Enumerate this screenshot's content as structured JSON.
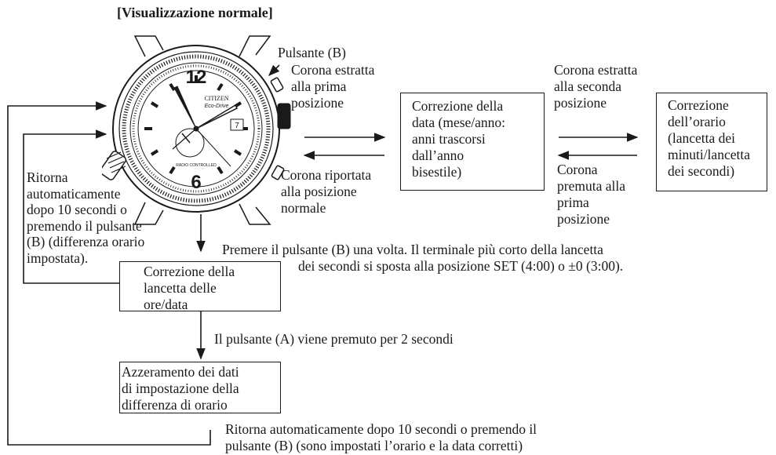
{
  "title": "[Visualizzazione normale]",
  "watch": {
    "brand": "CITIZEN",
    "sub_brand": "Eco-Drive",
    "dial_text": "RADIO CONTROLLED",
    "numeral_12": "12",
    "numeral_6": "6",
    "date_digit": "7"
  },
  "labels": {
    "button_b": "Pulsante (B)",
    "crown_first": "Corona estratta\nalla prima\nposizione",
    "crown_back_normal": "Corona riportata\nalla posizione\nnormale",
    "crown_second": "Corona estratta\nalla seconda\nposizione",
    "crown_pushed_first": "Corona\npremuta alla\nprima\nposizione",
    "return_auto_left": "Ritorna\nautomaticamente\ndopo 10 secondi o\npremendo il pulsante\n(B) (differenza orario\nimpostata).",
    "press_b_line1": "Premere il pulsante (B) una volta. Il terminale più corto della lancetta",
    "press_b_line2": "dei secondi si sposta alla posizione SET (4:00) o ±0 (3:00).",
    "press_a": "Il pulsante (A) viene premuto per 2 secondi",
    "return_auto_bottom": "Ritorna automaticamente dopo 10 secondi o premendo il\npulsante (B) (sono impostati l’orario e la data corretti)"
  },
  "boxes": {
    "date_correction": "Correzione della\ndata (mese/anno:\nanni trascorsi\ndall’anno\nbisestile)",
    "time_correction": "Correzione\ndell’orario\n(lancetta dei\nminuti/lancetta\ndei secondi)",
    "hour_date_correction": "Correzione della\nlancetta delle\nore/data",
    "reset_offset": "Azzeramento dei dati\ndi impostazione della\ndifferenza di orario"
  }
}
